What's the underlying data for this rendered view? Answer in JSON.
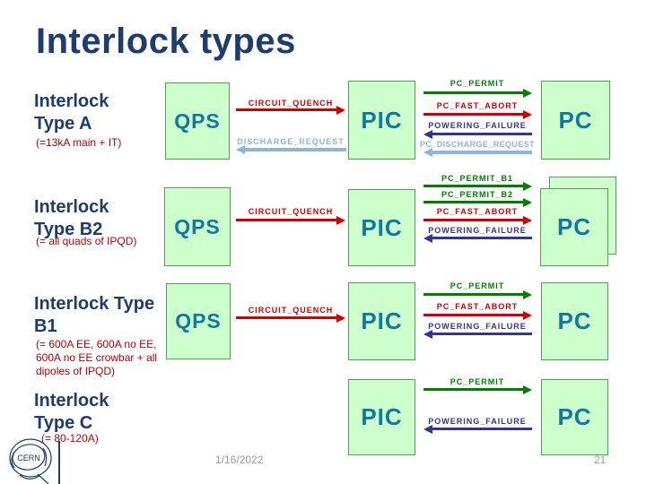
{
  "slide": {
    "title": "Interlock types",
    "footer": {
      "date": "1/16/2022",
      "page_number": "21"
    }
  },
  "colors": {
    "title_navy": "#1E3C6E",
    "box_fill": "#CCFFCC",
    "box_border": "#55A055",
    "box_text_teal": "#0F7AA0",
    "signal_green": "#008000",
    "signal_red": "#D40000",
    "signal_navy": "#333399",
    "signal_lightblue": "#8DB4E2",
    "subtitle_red": "#C00000",
    "footer_gray": "#A0A0A0"
  },
  "rows": [
    {
      "id": "type-a",
      "label_line1": "Interlock",
      "label_line2": "Type A",
      "subtitle": "(=13kA main + IT)",
      "qps_label": "QPS",
      "pic_label": "PIC",
      "pc_label": "PC",
      "left_signals": [
        {
          "label": "CIRCUIT_QUENCH",
          "color": "#D40000",
          "direction": "right"
        },
        {
          "label": "DISCHARGE_REQUEST",
          "color": "#8DB4E2",
          "direction": "left"
        }
      ],
      "right_signals": [
        {
          "label": "PC_PERMIT",
          "color": "#008000",
          "direction": "right"
        },
        {
          "label": "PC_FAST_ABORT",
          "color": "#D40000",
          "direction": "right"
        },
        {
          "label": "POWERING_FAILURE",
          "color": "#333399",
          "direction": "left"
        },
        {
          "label": "PC_DISCHARGE_REQUEST",
          "color": "#8DB4E2",
          "direction": "left"
        }
      ]
    },
    {
      "id": "type-b2",
      "label_line1": "Interlock",
      "label_line2": "Type B2",
      "subtitle": "(= all quads of IPQD)",
      "qps_label": "QPS",
      "pic_label": "PIC",
      "pc_label": "PC",
      "pc_stacked": true,
      "left_signals": [
        {
          "label": "CIRCUIT_QUENCH",
          "color": "#D40000",
          "direction": "right"
        }
      ],
      "right_signals": [
        {
          "label": "PC_PERMIT_B1",
          "color": "#008000",
          "direction": "right"
        },
        {
          "label": "PC_PERMIT_B2",
          "color": "#008000",
          "direction": "right"
        },
        {
          "label": "PC_FAST_ABORT",
          "color": "#D40000",
          "direction": "right"
        },
        {
          "label": "POWERING_FAILURE",
          "color": "#333399",
          "direction": "left"
        }
      ]
    },
    {
      "id": "type-b1",
      "label_line1": "Interlock Type",
      "label_line2": "B1",
      "subtitle_lines": [
        "(= 600A EE, 600A no EE,",
        "600A no EE crowbar + all",
        "dipoles of IPQD)"
      ],
      "qps_label": "QPS",
      "pic_label": "PIC",
      "pc_label": "PC",
      "left_signals": [
        {
          "label": "CIRCUIT_QUENCH",
          "color": "#D40000",
          "direction": "right"
        }
      ],
      "right_signals": [
        {
          "label": "PC_PERMIT",
          "color": "#008000",
          "direction": "right"
        },
        {
          "label": "PC_FAST_ABORT",
          "color": "#D40000",
          "direction": "right"
        },
        {
          "label": "POWERING_FAILURE",
          "color": "#333399",
          "direction": "left"
        }
      ]
    },
    {
      "id": "type-c",
      "label_line1": "Interlock",
      "label_line2": "Type C",
      "subtitle": "(= 80-120A)",
      "pic_label": "PIC",
      "pc_label": "PC",
      "right_signals": [
        {
          "label": "PC_PERMIT",
          "color": "#008000",
          "direction": "right"
        },
        {
          "label": "POWERING_FAILURE",
          "color": "#333399",
          "direction": "left"
        }
      ]
    }
  ]
}
